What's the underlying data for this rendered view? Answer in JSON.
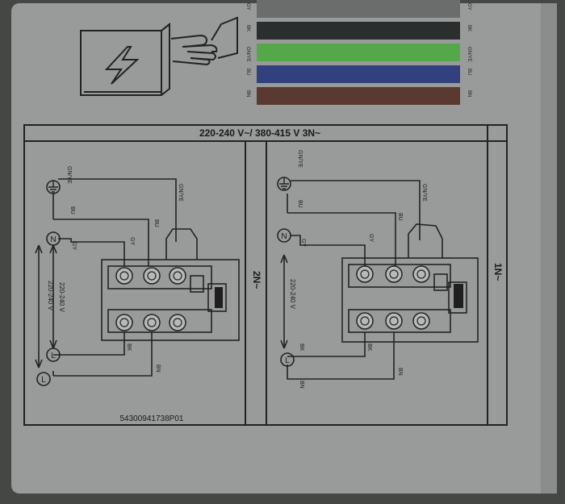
{
  "header": {
    "voltage_title": "220-240 V~/ 380-415 V 3N~"
  },
  "wire_legend": [
    {
      "code": "GY",
      "color": "#6a6d6c"
    },
    {
      "code": "BK",
      "color": "#2b2e2e"
    },
    {
      "code": "GN/YE",
      "color": "#55a84a"
    },
    {
      "code": "BU",
      "color": "#32407e"
    },
    {
      "code": "BN",
      "color": "#5a3a30"
    }
  ],
  "panels": {
    "left": {
      "mode_label": "2N~",
      "nodes": {
        "earth": "GN/YE",
        "neutral": "N",
        "l1": "L",
        "l2": "L"
      },
      "wires": {
        "earth": "GN/YE",
        "neutral": "BU",
        "gray": "GY",
        "black": "BK",
        "brown": "BN"
      },
      "voltages": [
        "220-240 V",
        "220-240 V"
      ]
    },
    "right": {
      "mode_label": "1N~",
      "nodes": {
        "earth": "GN/YE",
        "neutral": "N",
        "live": "L"
      },
      "wires": {
        "earth": "GN/YE",
        "neutral": "BU",
        "gray": "GY",
        "black": "BK",
        "brown": "BN"
      },
      "voltages": [
        "220-240 V"
      ]
    }
  },
  "footer": {
    "part_number": "54300941738P01"
  },
  "icons": [
    "electric-panel-icon",
    "hand-pointing-icon",
    "lightning-icon",
    "earth-icon"
  ]
}
